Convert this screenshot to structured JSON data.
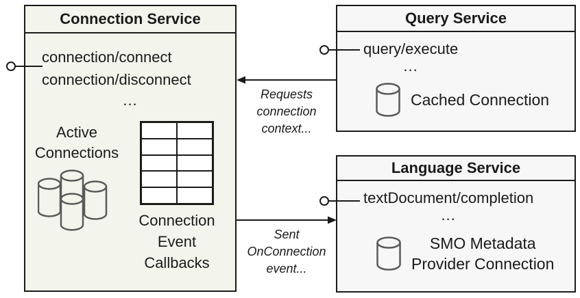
{
  "colors": {
    "connection_box_fill": "#f3f5ec",
    "service_box_fill": "#f7f7f8",
    "border_color": "#1a1a1a",
    "cylinder_stroke": "#595959",
    "text_color": "#1a1a1a"
  },
  "connection_service": {
    "title": "Connection Service",
    "methods": [
      "connection/connect",
      "connection/disconnect"
    ],
    "ellipsis": "...",
    "active_connections": {
      "line1": "Active",
      "line2": "Connections"
    },
    "callbacks": {
      "line1": "Connection",
      "line2": "Event",
      "line3": "Callbacks"
    }
  },
  "query_service": {
    "title": "Query Service",
    "method": "query/execute",
    "ellipsis": "...",
    "cache_label": "Cached Connection"
  },
  "language_service": {
    "title": "Language Service",
    "method": "textDocument/completion",
    "ellipsis": "...",
    "cache_label": {
      "line1": "SMO Metadata",
      "line2": "Provider Connection"
    }
  },
  "arrows": {
    "requests_connection": {
      "line1": "Requests",
      "line2": "connection",
      "line3": "context..."
    },
    "sent_event": {
      "line1": "Sent",
      "line2": "OnConnection",
      "line3": "event..."
    }
  }
}
